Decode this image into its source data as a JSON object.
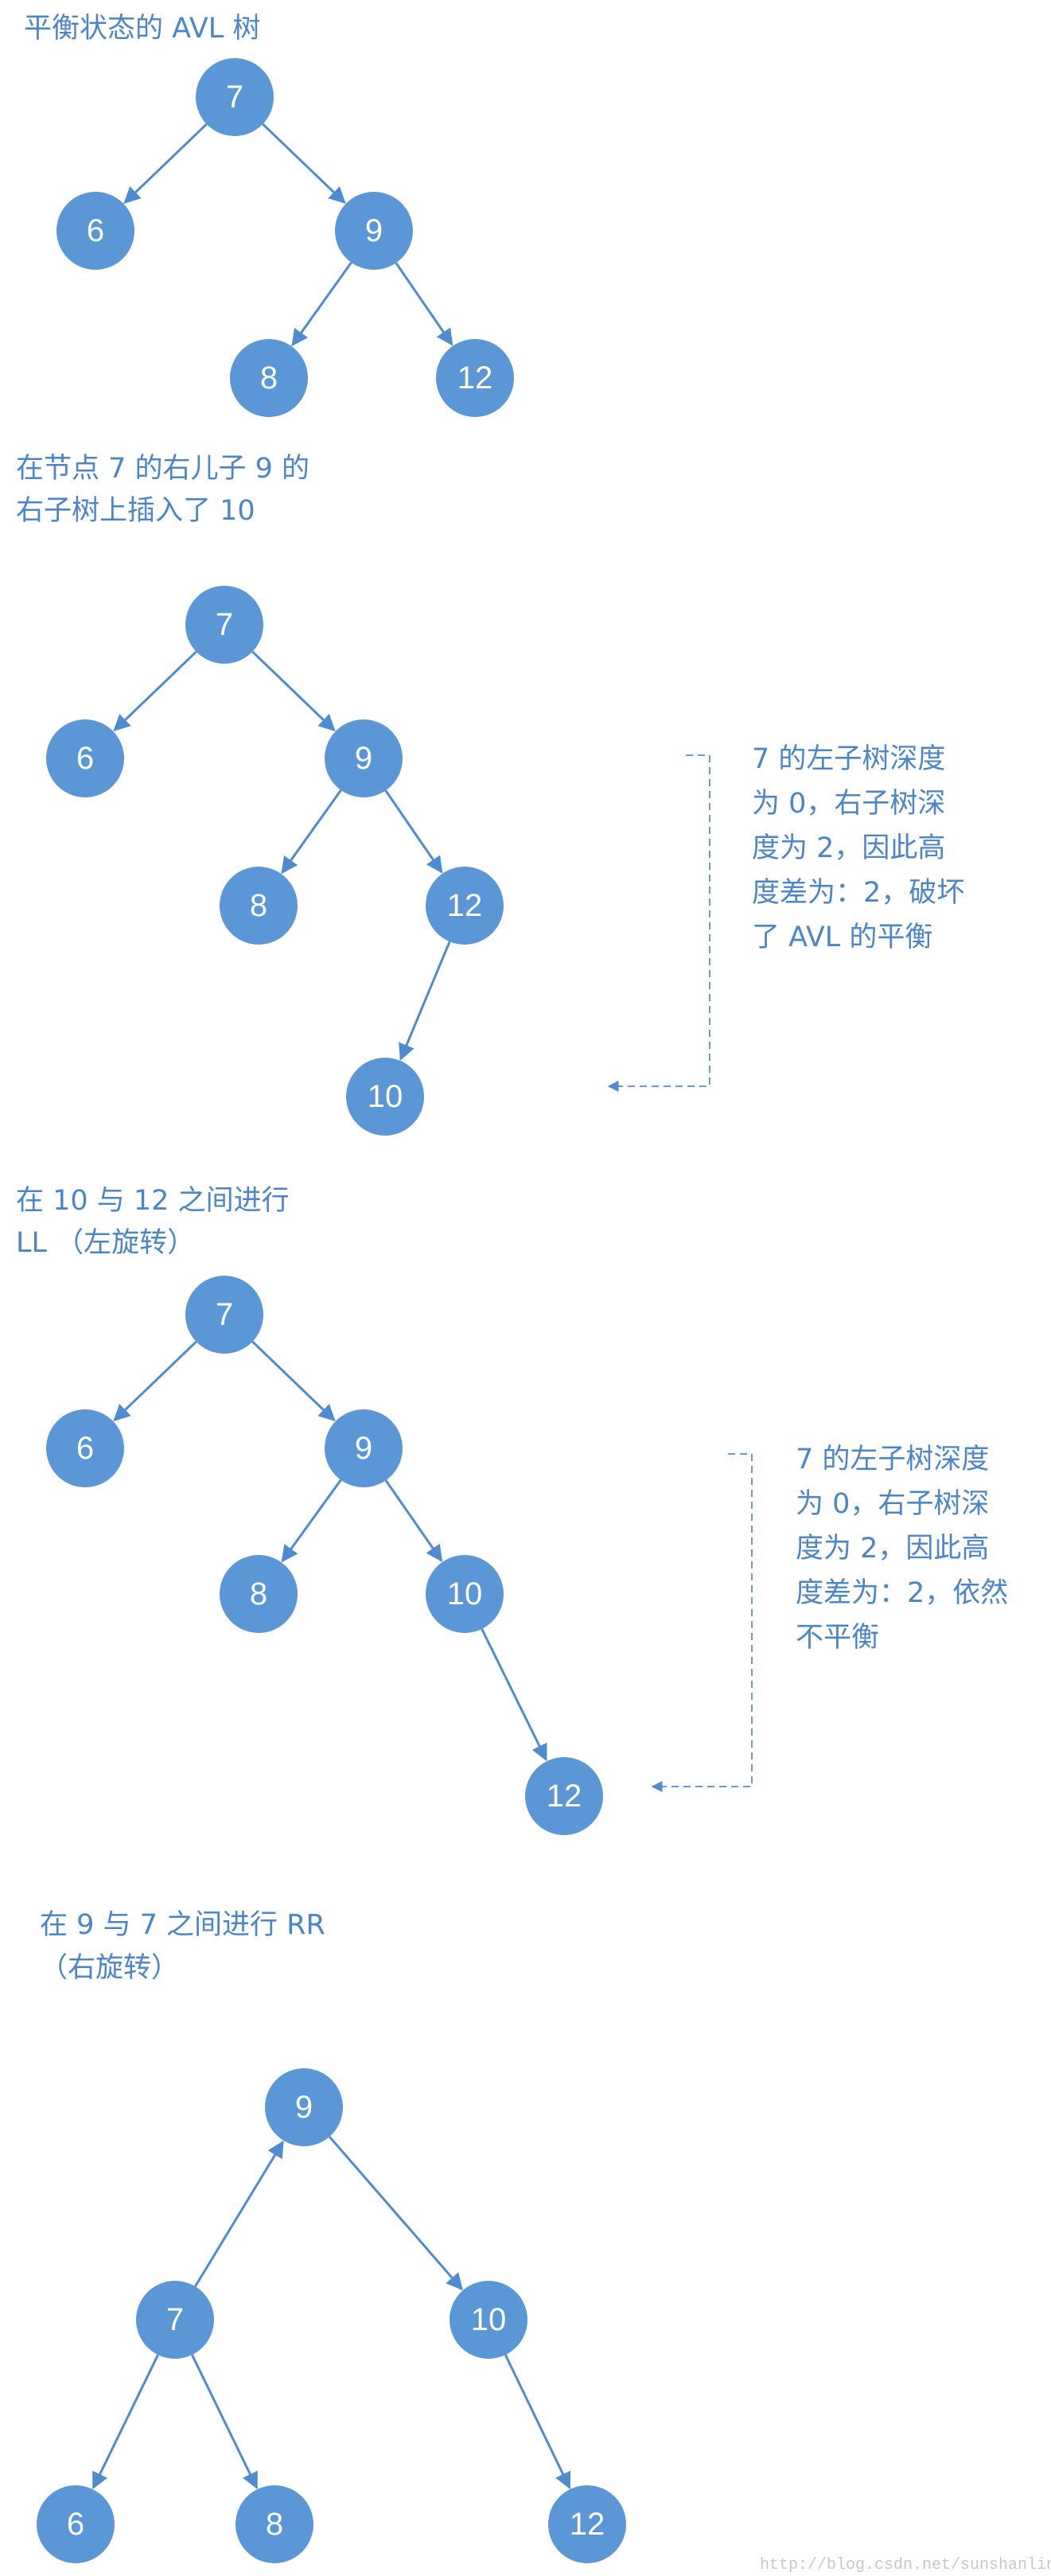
{
  "accent_color": "#5b97d6",
  "text_color": "#4a86c8",
  "sections": [
    {
      "caption": [
        "平衡状态的 AVL 树"
      ],
      "nodes": [
        {
          "id": "s1-7",
          "label": "7"
        },
        {
          "id": "s1-6",
          "label": "6"
        },
        {
          "id": "s1-9",
          "label": "9"
        },
        {
          "id": "s1-8",
          "label": "8"
        },
        {
          "id": "s1-12",
          "label": "12"
        }
      ],
      "edges": [
        [
          "s1-7",
          "s1-6"
        ],
        [
          "s1-7",
          "s1-9"
        ],
        [
          "s1-9",
          "s1-8"
        ],
        [
          "s1-9",
          "s1-12"
        ]
      ]
    },
    {
      "caption": [
        "在节点 7 的右儿子 9 的",
        "右子树上插入了 10"
      ],
      "nodes": [
        {
          "id": "s2-7",
          "label": "7"
        },
        {
          "id": "s2-6",
          "label": "6"
        },
        {
          "id": "s2-9",
          "label": "9"
        },
        {
          "id": "s2-8",
          "label": "8"
        },
        {
          "id": "s2-12",
          "label": "12"
        },
        {
          "id": "s2-10",
          "label": "10"
        }
      ],
      "edges": [
        [
          "s2-7",
          "s2-6"
        ],
        [
          "s2-7",
          "s2-9"
        ],
        [
          "s2-9",
          "s2-8"
        ],
        [
          "s2-9",
          "s2-12"
        ],
        [
          "s2-12",
          "s2-10"
        ]
      ],
      "note": [
        "7 的左子树深度",
        "为 0，右子树深",
        "度为 2，因此高",
        "度差为：2，破坏",
        "了 AVL 的平衡"
      ]
    },
    {
      "caption": [
        "在 10 与 12 之间进行",
        "LL （左旋转）"
      ],
      "nodes": [
        {
          "id": "s3-7",
          "label": "7"
        },
        {
          "id": "s3-6",
          "label": "6"
        },
        {
          "id": "s3-9",
          "label": "9"
        },
        {
          "id": "s3-8",
          "label": "8"
        },
        {
          "id": "s3-10",
          "label": "10"
        },
        {
          "id": "s3-12",
          "label": "12"
        }
      ],
      "edges": [
        [
          "s3-7",
          "s3-6"
        ],
        [
          "s3-7",
          "s3-9"
        ],
        [
          "s3-9",
          "s3-8"
        ],
        [
          "s3-9",
          "s3-10"
        ],
        [
          "s3-10",
          "s3-12"
        ]
      ],
      "note": [
        "7 的左子树深度",
        "为 0，右子树深",
        "度为 2，因此高",
        "度差为：2，依然",
        "不平衡"
      ]
    },
    {
      "caption": [
        "在 9 与 7 之间进行 RR",
        "（右旋转）"
      ],
      "nodes": [
        {
          "id": "s4-9",
          "label": "9"
        },
        {
          "id": "s4-7",
          "label": "7"
        },
        {
          "id": "s4-10",
          "label": "10"
        },
        {
          "id": "s4-6",
          "label": "6"
        },
        {
          "id": "s4-8",
          "label": "8"
        },
        {
          "id": "s4-12",
          "label": "12"
        }
      ],
      "edges": [
        [
          "s4-7",
          "s4-9"
        ],
        [
          "s4-9",
          "s4-10"
        ],
        [
          "s4-7",
          "s4-6"
        ],
        [
          "s4-7",
          "s4-8"
        ],
        [
          "s4-10",
          "s4-12"
        ]
      ]
    }
  ],
  "watermark": "http://blog.csdn.net/sunshanlincode"
}
